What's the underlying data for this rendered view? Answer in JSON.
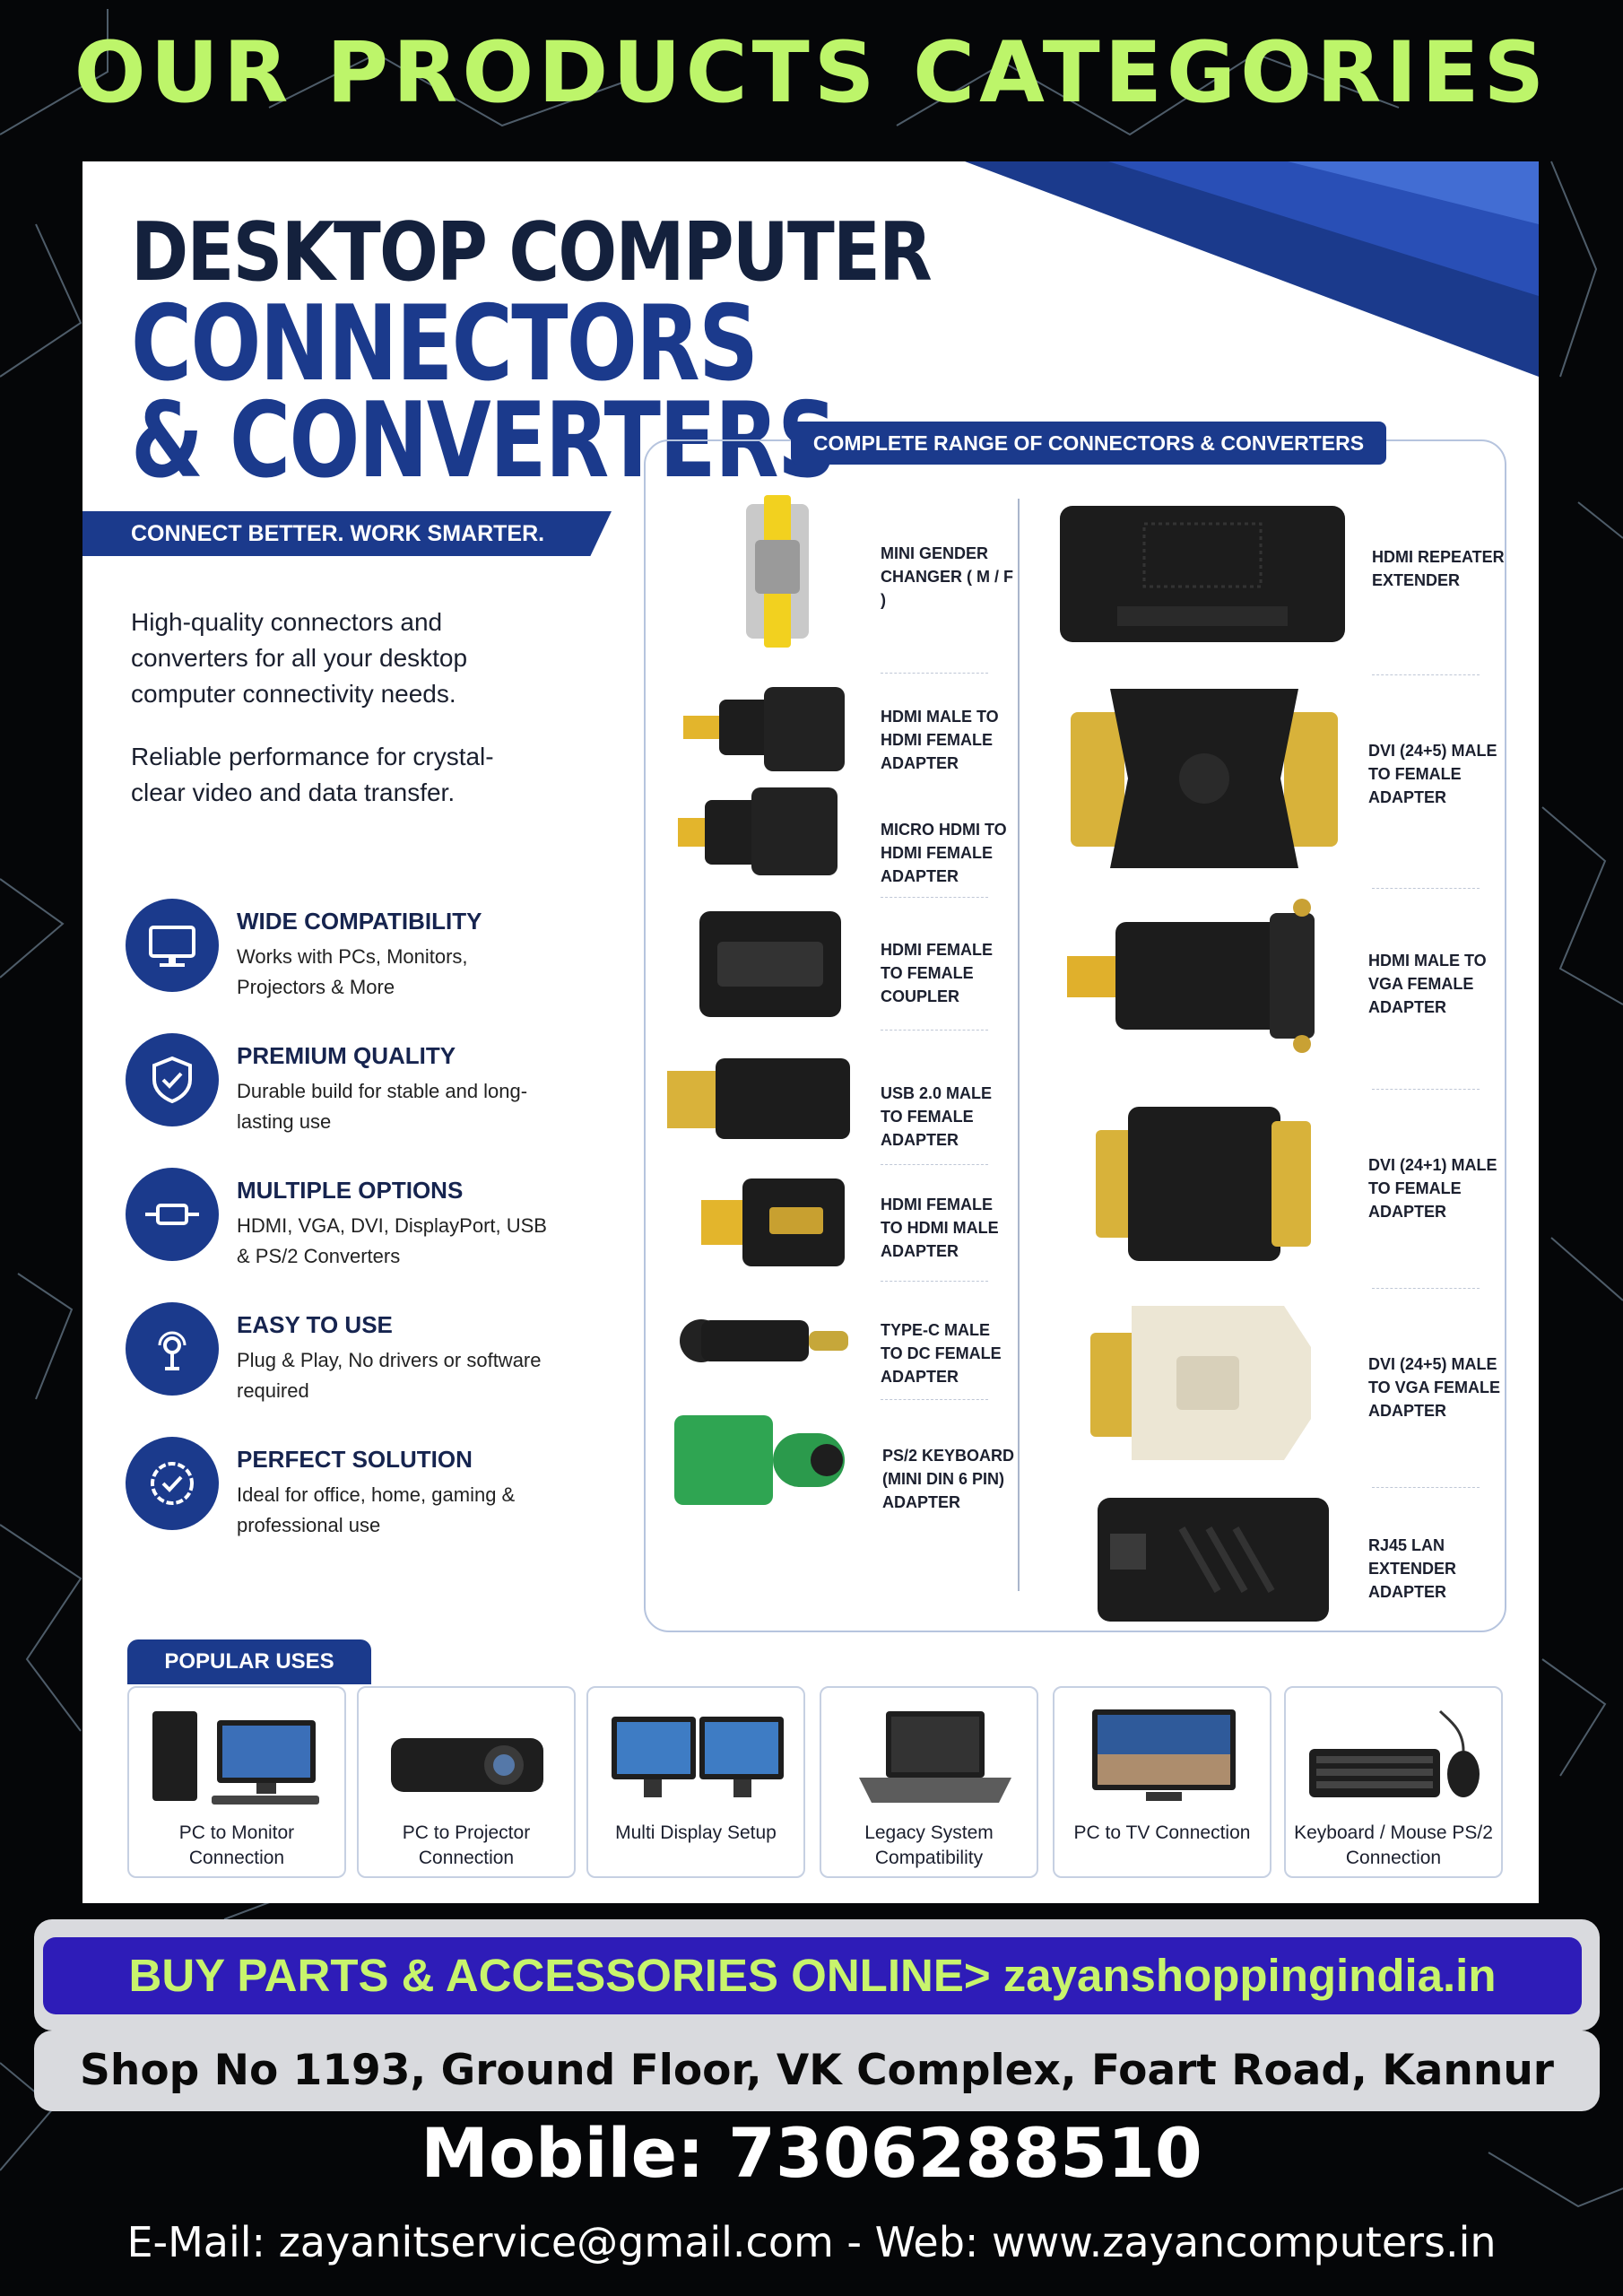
{
  "page_title": "OUR PRODUCTS CATEGORIES",
  "poster": {
    "heading_line1": "DESKTOP COMPUTER",
    "heading_line2": "CONNECTORS",
    "heading_line3": "& CONVERTERS",
    "tagline": "CONNECT BETTER. WORK SMARTER.",
    "intro_1": "High-quality connectors and converters for all your desktop computer connectivity needs.",
    "intro_2": "Reliable performance for crystal-clear video and data transfer.",
    "features": [
      {
        "title": "WIDE COMPATIBILITY",
        "desc": "Works with PCs, Monitors, Projectors & More",
        "icon": "monitor-icon"
      },
      {
        "title": "PREMIUM QUALITY",
        "desc": "Durable build for stable and long-lasting use",
        "icon": "shield-check-icon"
      },
      {
        "title": "MULTIPLE OPTIONS",
        "desc": "HDMI, VGA, DVI, DisplayPort, USB & PS/2 Converters",
        "icon": "cable-icon"
      },
      {
        "title": "EASY TO USE",
        "desc": "Plug & Play, No drivers or software required",
        "icon": "touch-icon"
      },
      {
        "title": "PERFECT SOLUTION",
        "desc": "Ideal for office, home, gaming & professional use",
        "icon": "badge-check-icon"
      }
    ],
    "range_title": "COMPLETE RANGE OF CONNECTORS & CONVERTERS",
    "left_products": [
      {
        "label": "MINI GENDER CHANGER ( M / F )"
      },
      {
        "label": "HDMI MALE TO HDMI FEMALE ADAPTER"
      },
      {
        "label": "MICRO HDMI TO HDMI FEMALE ADAPTER"
      },
      {
        "label": "HDMI FEMALE TO FEMALE COUPLER"
      },
      {
        "label": "USB 2.0 MALE TO FEMALE ADAPTER"
      },
      {
        "label": "HDMI FEMALE TO HDMI MALE ADAPTER"
      },
      {
        "label": "TYPE-C MALE TO DC FEMALE ADAPTER"
      },
      {
        "label": "PS/2 KEYBOARD (MINI DIN 6 PIN) ADAPTER"
      }
    ],
    "right_products": [
      {
        "label": "HDMI REPEATER EXTENDER"
      },
      {
        "label": "DVI (24+5) MALE TO FEMALE ADAPTER"
      },
      {
        "label": "HDMI MALE TO VGA FEMALE ADAPTER"
      },
      {
        "label": "DVI (24+1) MALE TO FEMALE ADAPTER"
      },
      {
        "label": "DVI (24+5) MALE TO VGA FEMALE ADAPTER"
      },
      {
        "label": "RJ45 LAN EXTENDER ADAPTER"
      }
    ],
    "uses_title": "POPULAR USES",
    "uses": [
      {
        "label": "PC to Monitor Connection"
      },
      {
        "label": "PC to Projector Connection"
      },
      {
        "label": "Multi Display Setup"
      },
      {
        "label": "Legacy System Compatibility"
      },
      {
        "label": "PC to TV Connection"
      },
      {
        "label": "Keyboard / Mouse PS/2 Connection"
      }
    ]
  },
  "footer": {
    "buy_text": "BUY PARTS & ACCESSORIES ONLINE> zayanshoppingindia.in",
    "address": "Shop No 1193, Ground Floor, VK Complex, Foart Road, Kannur",
    "mobile": "Mobile: 7306288510",
    "email_web": "E-Mail: zayanitservice@gmail.com - Web: www.zayancomputers.in"
  },
  "colors": {
    "background": "#050608",
    "title_green": "#bdf56a",
    "brand_blue": "#1b3a8c",
    "buy_bar": "#2e1cb8"
  }
}
